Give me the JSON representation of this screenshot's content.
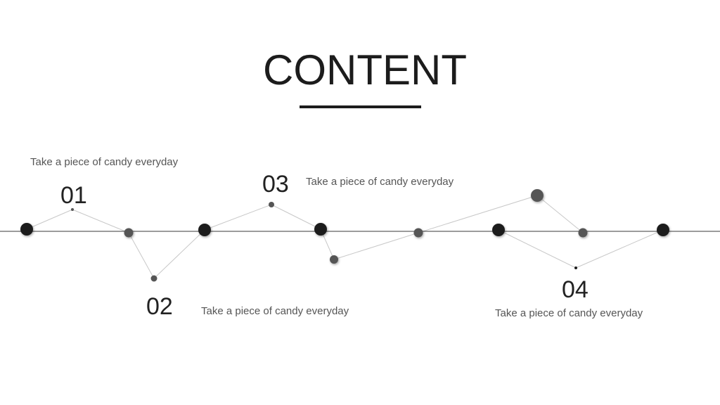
{
  "title": "CONTENT",
  "colors": {
    "title": "#1c1c1c",
    "axis": "#3a3a3a",
    "connector": "#c8c8c8",
    "dot_dark": "#1c1c1c",
    "dot_gray": "#555555",
    "number": "#222222",
    "text": "#555555"
  },
  "items": [
    {
      "number": "01",
      "text": "Take a piece of candy everyday"
    },
    {
      "number": "02",
      "text": "Take a piece of candy everyday"
    },
    {
      "number": "03",
      "text": "Take a piece of candy everyday"
    },
    {
      "number": "04",
      "text": "Take a piece of candy everyday"
    }
  ]
}
